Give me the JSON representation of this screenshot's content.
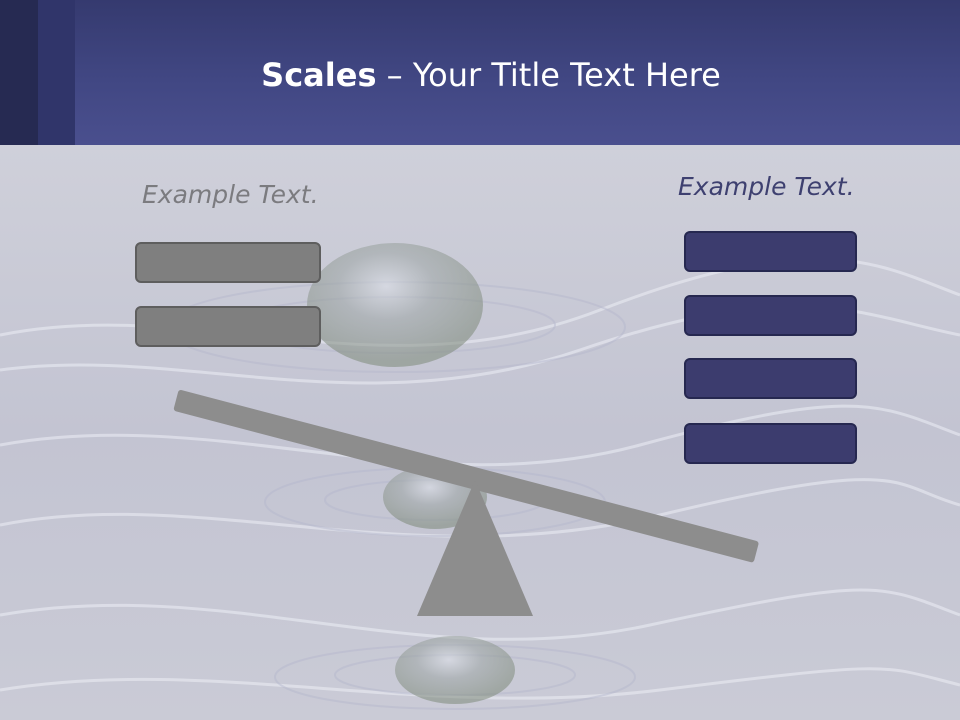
{
  "slide": {
    "title_bold": "Scales",
    "title_rest": " – Your Title Text Here",
    "left_label": "Example Text.",
    "right_label": "Example Text.",
    "left_box_count": 2,
    "right_box_count": 4
  },
  "colors": {
    "header": "#414783",
    "left_box": "#7f7f7f",
    "right_box": "#3c3c6e",
    "scale_gray": "#8d8d8d",
    "left_label": "#7b7b7f",
    "right_label": "#3e4070"
  }
}
